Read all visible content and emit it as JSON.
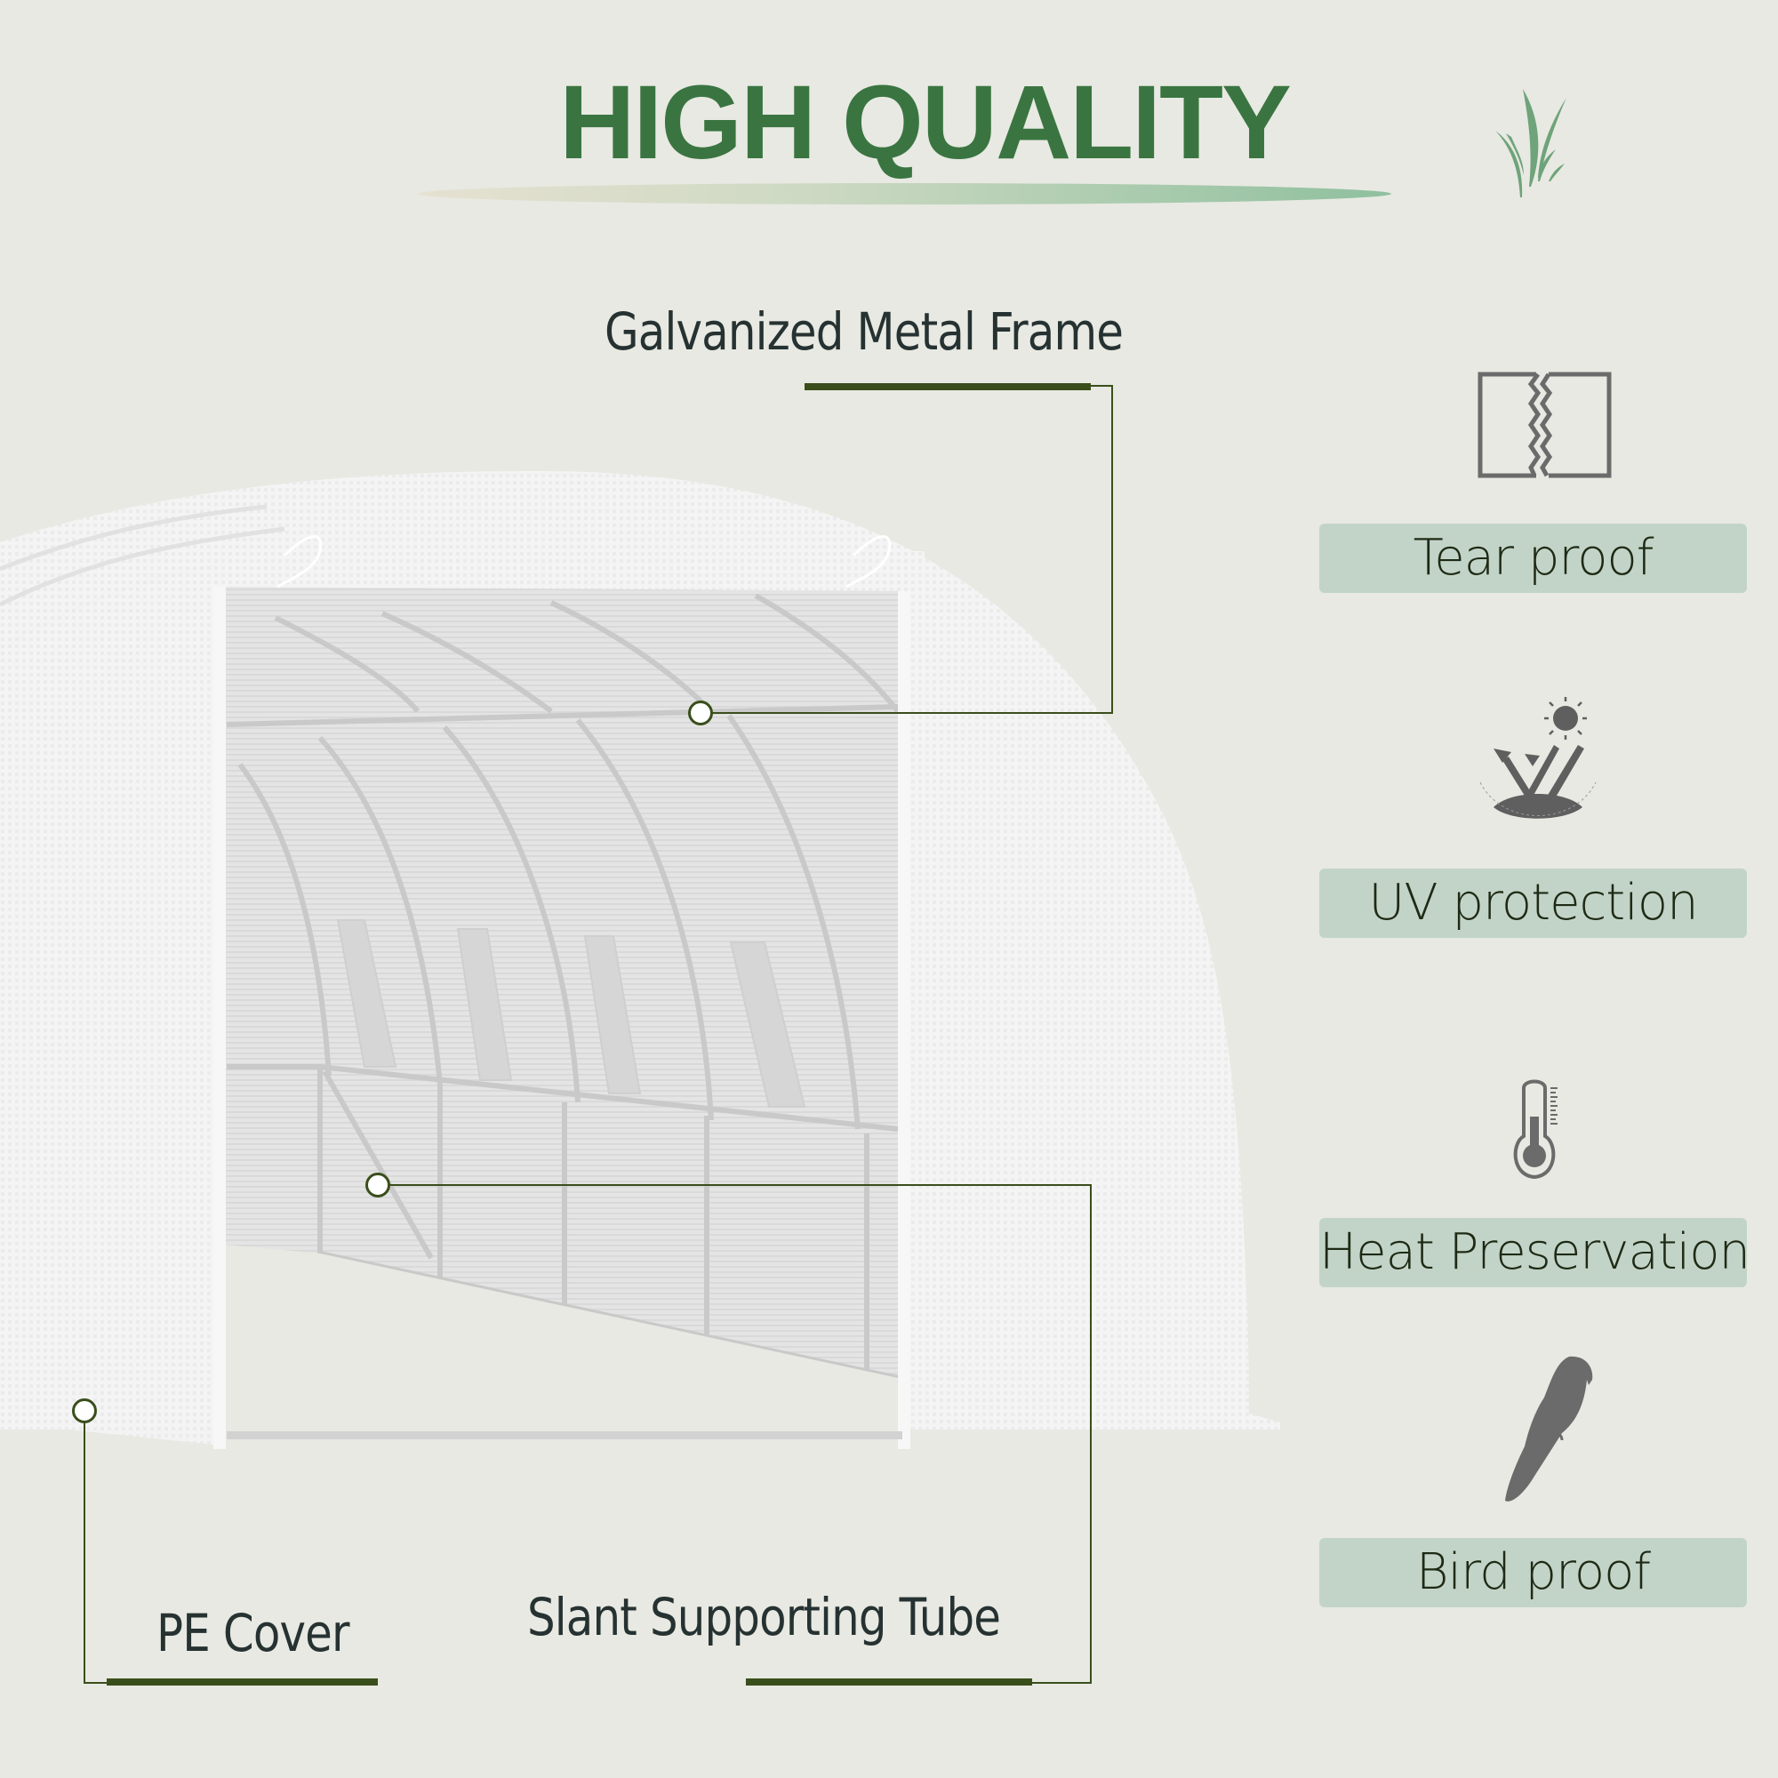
{
  "header": {
    "title": "HIGH QUALITY",
    "title_color": "#3a7541",
    "decoration_icon": "grass-icon"
  },
  "product": {
    "image": "white-tunnel-greenhouse-open-door"
  },
  "callouts": [
    {
      "id": "frame",
      "label": "Galvanized Metal Frame"
    },
    {
      "id": "slant",
      "label": "Slant Supporting Tube"
    },
    {
      "id": "cover",
      "label": "PE Cover"
    }
  ],
  "features": [
    {
      "icon": "tear-proof-icon",
      "label": "Tear proof"
    },
    {
      "icon": "uv-protection-icon",
      "label": "UV protection"
    },
    {
      "icon": "thermometer-icon",
      "label": "Heat Preservation"
    },
    {
      "icon": "bird-icon",
      "label": "Bird proof"
    }
  ],
  "colors": {
    "background": "#e8e9e2",
    "accent_dark": "#3a4e1b",
    "pill": "#c2d4c8",
    "icon_grey": "#6b6b6b"
  }
}
